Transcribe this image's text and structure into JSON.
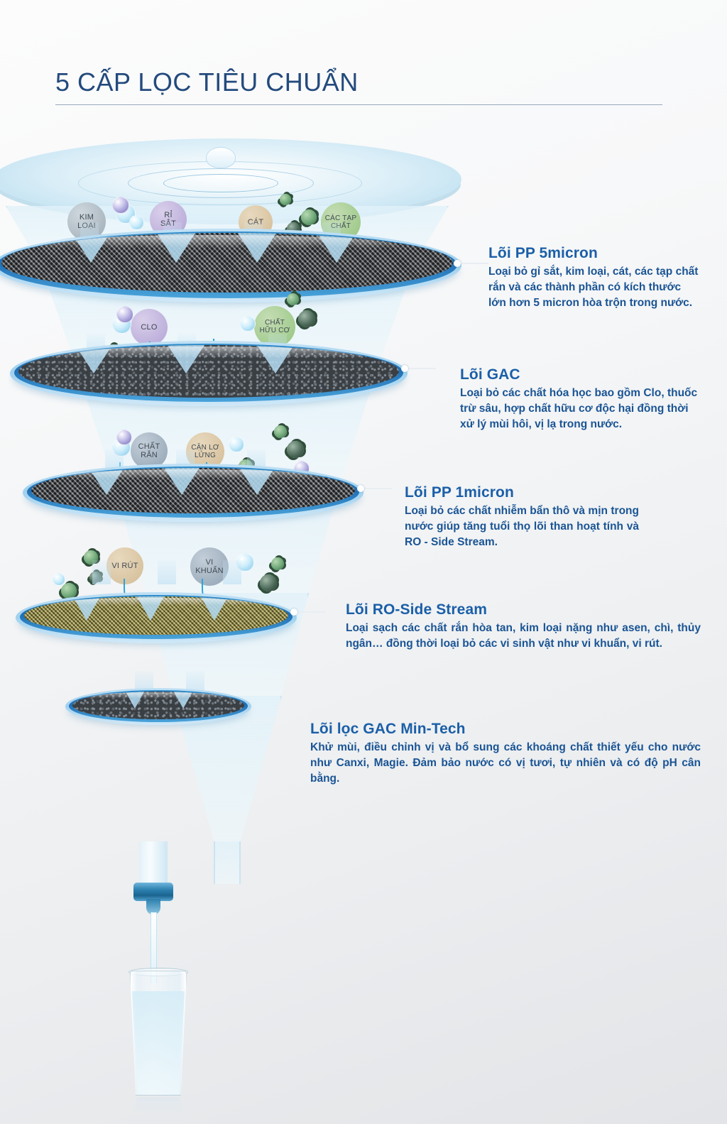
{
  "page": {
    "title": "5 CẤP LỌC TIÊU CHUẨN",
    "heading_color": "#1b5fa8",
    "body_color": "#1a5494",
    "title_color": "#234a7d"
  },
  "stages": [
    {
      "id": "pp-5micron",
      "heading": "Lõi PP 5micron",
      "body": "Loại bỏ gỉ sắt, kim loại, cát, các tạp chất rắn và các thành phần có kích thước lớn hơn 5 micron hòa trộn trong nước.",
      "media": "mesh",
      "media_color": "#4a4f54",
      "contaminants": [
        {
          "label": "KIM LOẠI",
          "line1": "KIM",
          "line2": "LOẠI",
          "color": "#9eabb5",
          "swatch": "blob-gray"
        },
        {
          "label": "RỈ SẮT",
          "line1": "RỈ",
          "line2": "SẮT",
          "color": "#b3a4d6",
          "swatch": "blob-purple"
        },
        {
          "label": "CÁT",
          "line1": "CÁT",
          "line2": "",
          "color": "#d3bc96",
          "swatch": "blob-tan"
        },
        {
          "label": "CÁC TẠP CHẤT",
          "line1": "CÁC TẠP",
          "line2": "CHẤT",
          "color": "#94c47f",
          "swatch": "blob-green"
        }
      ]
    },
    {
      "id": "gac",
      "heading": "Lõi GAC",
      "body": "Loại bỏ các chất hóa học bao gồm Clo, thuốc trừ sâu, hợp chất hữu cơ độc hại đồng thời xử lý mùi hôi, vị lạ trong nước.",
      "media": "carbon",
      "media_color": "#3a3f44",
      "contaminants": [
        {
          "label": "CLO",
          "line1": "CLO",
          "line2": "",
          "color": "#b3a4d6",
          "swatch": "blob-purple"
        },
        {
          "label": "CHẤT HỮU CƠ",
          "line1": "CHẤT",
          "line2": "HỮU CƠ",
          "color": "#94c47f",
          "swatch": "blob-green"
        }
      ]
    },
    {
      "id": "pp-1micron",
      "heading": "Lõi PP 1micron",
      "body": "Loại bỏ các chất nhiễm bẩn thô và mịn trong nước giúp tăng tuổi thọ lõi than hoạt tính và RO - Side Stream.",
      "media": "mesh",
      "media_color": "#4a4f54",
      "contaminants": [
        {
          "label": "CHẤT RẮN",
          "line1": "CHẤT",
          "line2": "RẮN",
          "color": "#92a3b3",
          "swatch": "blob-steel"
        },
        {
          "label": "CẶN LƠ LỬNG",
          "line1": "CẶN LƠ",
          "line2": "LỬNG",
          "color": "#d3bc96",
          "swatch": "blob-tan"
        }
      ]
    },
    {
      "id": "ro-side-stream",
      "heading": "Lõi RO-Side Stream",
      "body": "Loại sạch các chất rắn hòa tan, kim loại nặng như asen, chì, thủy ngân… đồng thời loại bỏ các vi sinh vật như vi khuẩn, vi rút.",
      "media": "ro",
      "media_color": "#7c7636",
      "contaminants": [
        {
          "label": "VI RÚT",
          "line1": "VI RÚT",
          "line2": "",
          "color": "#d3bc96",
          "swatch": "blob-tan"
        },
        {
          "label": "VI KHUẨN",
          "line1": "VI",
          "line2": "KHUẨN",
          "color": "#92a3b3",
          "swatch": "blob-steel"
        }
      ]
    },
    {
      "id": "gac-min-tech",
      "heading": "Lõi lọc GAC Min-Tech",
      "body": "Khử mùi, điều chỉnh vị và bổ sung các khoáng chất thiết yếu cho nước như Canxi, Magie. Đảm bảo nước có vị tươi, tự nhiên và có độ pH cân bằng.",
      "media": "carbon",
      "media_color": "#3a3f44",
      "contaminants": []
    }
  ],
  "output": {
    "icon_spout": "faucet-spout-icon",
    "icon_glass": "water-glass-icon",
    "icon_stream": "water-stream-icon"
  }
}
